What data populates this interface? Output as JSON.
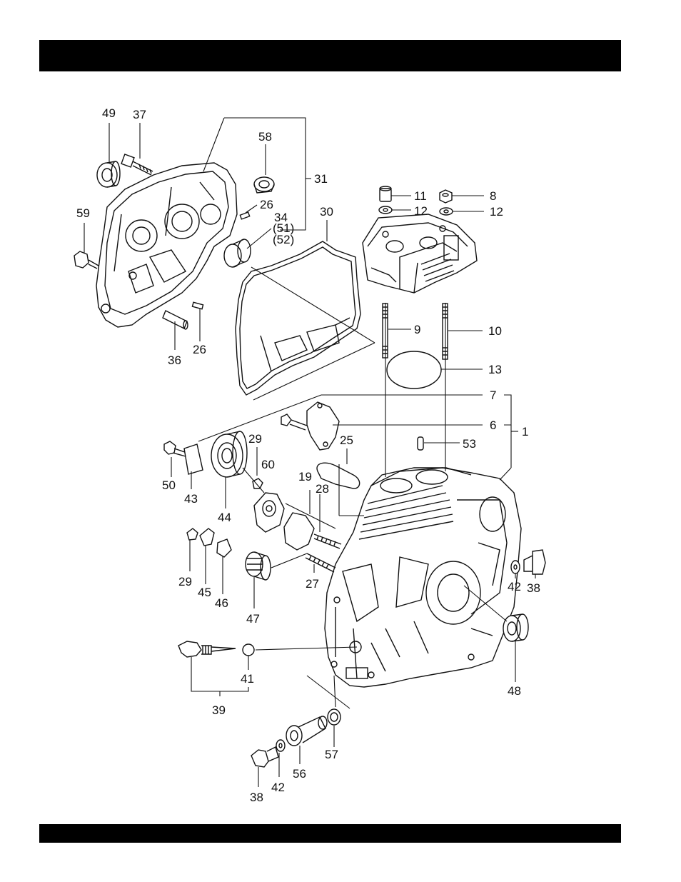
{
  "header": {
    "title": ""
  },
  "footer": {
    "text": ""
  },
  "diagram": {
    "callouts": {
      "c49": "49",
      "c37": "37",
      "c58": "58",
      "c31": "31",
      "c26a": "26",
      "c34": "34",
      "c51": "(51)",
      "c52": "(52)",
      "c59": "59",
      "c30": "30",
      "c36": "36",
      "c26b": "26",
      "c11": "11",
      "c8": "8",
      "c12a": "12",
      "c12b": "12",
      "c9": "9",
      "c10": "10",
      "c13": "13",
      "c7": "7",
      "c6": "6",
      "c1": "1",
      "c25": "25",
      "c53": "53",
      "c29a": "29",
      "c60": "60",
      "c19": "19",
      "c28": "28",
      "c50": "50",
      "c43": "43",
      "c44": "44",
      "c29b": "29",
      "c45": "45",
      "c46": "46",
      "c47": "47",
      "c27": "27",
      "c42a": "42",
      "c38a": "38",
      "c48": "48",
      "c41": "41",
      "c39": "39",
      "c57": "57",
      "c56": "56",
      "c42b": "42",
      "c38b": "38"
    }
  }
}
